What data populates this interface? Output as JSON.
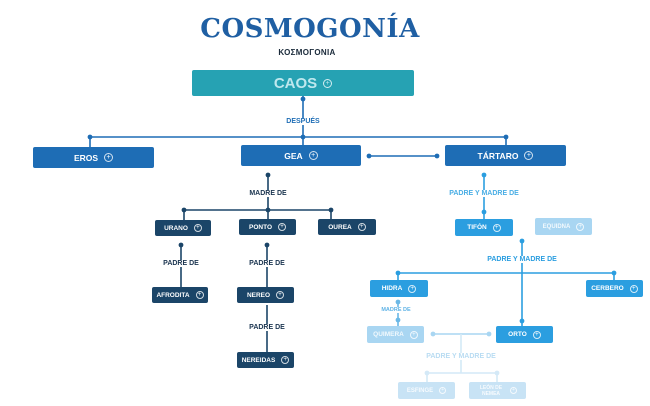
{
  "title": "COSMOGONÍA",
  "subtitle": "ΚΟΣΜΟΓΟΝΙΑ",
  "colors": {
    "root": "#26a2b3",
    "level1": "#1e6db5",
    "gea_children": "#1b4568",
    "tartaro_children": "#2b9ee0",
    "faded": "#a9d6f2",
    "faded2": "#c8e3f5"
  },
  "nodes": {
    "caos": "CAOS",
    "eros": "EROS",
    "gea": "GEA",
    "tartaro": "TÁRTARO",
    "urano": "URANO",
    "ponto": "PONTO",
    "ourea": "OUREA",
    "afrodita": "AFRODITA",
    "nereo": "NEREO",
    "nereidas": "NEREIDAS",
    "tifon": "TIFÓN",
    "equidna": "EQUIDNA",
    "hidra": "HIDRA",
    "cerbero": "CERBERO",
    "quimera": "QUIMERA",
    "orto": "ORTO",
    "esfinge": "ESFINGE",
    "leon_de_nemea": "LEÓN DE NEMEA"
  },
  "labels": {
    "despues": "DESPUÉS",
    "gea_madre_de": "MADRE DE",
    "urano_padre_de": "PADRE DE",
    "ponto_padre_de": "PADRE DE",
    "nereo_padre_de": "PADRE DE",
    "tartaro_padre_madre": "PADRE Y MADRE DE",
    "tifon_padre_madre": "PADRE Y MADRE DE",
    "hidra_madre_de": "MADRE DE",
    "orto_padre_madre": "PADRE Y MADRE DE"
  },
  "expand_icon": "plus-circle-icon"
}
